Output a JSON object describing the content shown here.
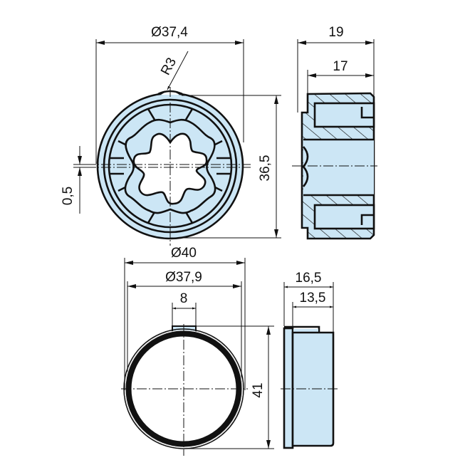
{
  "drawing": {
    "title": "Adapter and drive wheel technical drawing",
    "fill_color": "#cce6f5",
    "line_color": "#111111",
    "views": {
      "adapter_front": {
        "dim_outer_diameter": "Ø37,4",
        "dim_radius": "R3",
        "dim_height": "36,5",
        "dim_offset": "0,5"
      },
      "adapter_side": {
        "dim_total_length": "19",
        "dim_body_length": "17"
      },
      "ring_front": {
        "dim_flange_diameter": "Ø40",
        "dim_outer_diameter": "Ø37,9",
        "dim_key_width": "8",
        "dim_height": "41"
      },
      "ring_side": {
        "dim_total_length": "16,5",
        "dim_body_length": "13,5"
      }
    }
  }
}
